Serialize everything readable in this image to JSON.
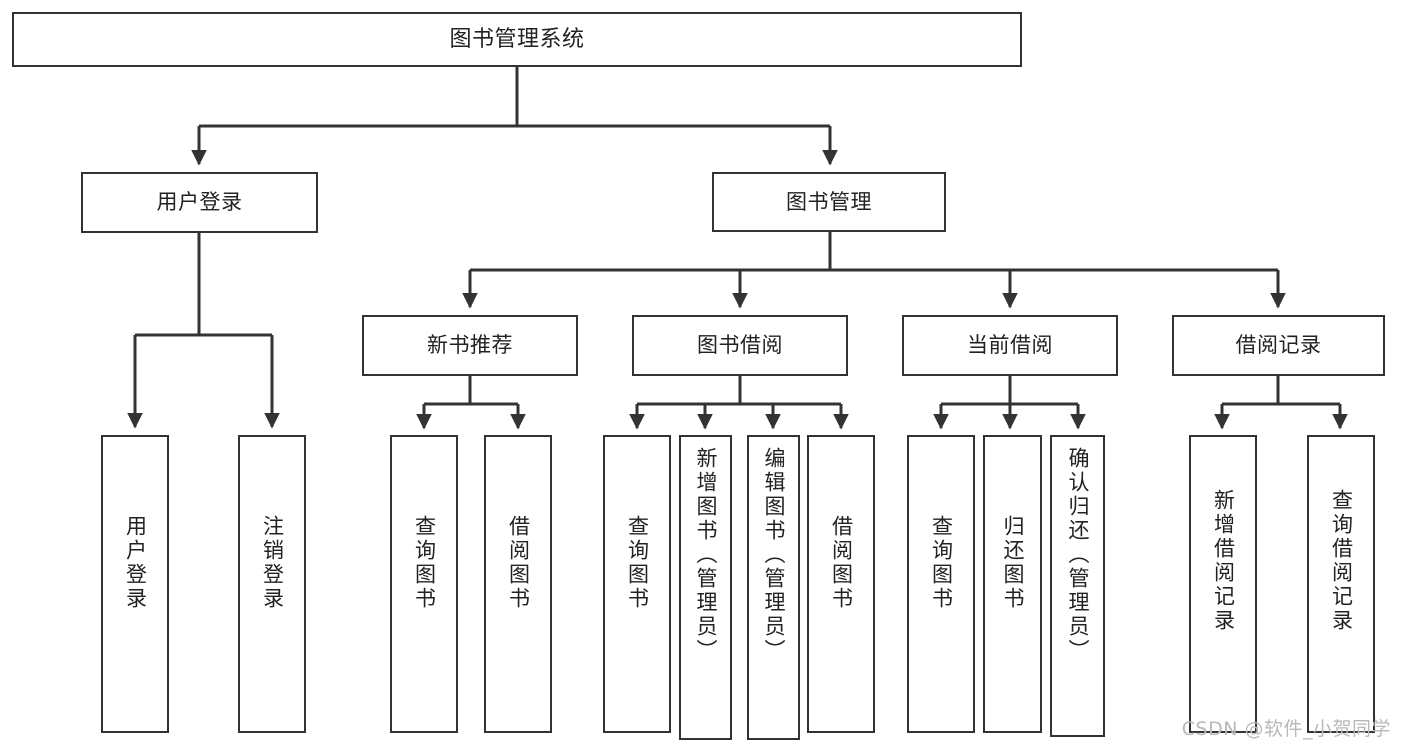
{
  "diagram": {
    "title": "图书管理系统",
    "type": "tree",
    "watermark": "CSDN @软件_小贺同学",
    "colors": {
      "background": "#ffffff",
      "node_border": "#333333",
      "node_fill": "#ffffff",
      "text": "#222222",
      "connector": "#333333",
      "watermark": "#b9b9b9"
    },
    "nodes": {
      "root": {
        "label": "图书管理系统"
      },
      "level1": [
        {
          "label": "用户登录"
        },
        {
          "label": "图书管理"
        }
      ],
      "level2": [
        {
          "label": "新书推荐"
        },
        {
          "label": "图书借阅"
        },
        {
          "label": "当前借阅"
        },
        {
          "label": "借阅记录"
        }
      ],
      "leaves": {
        "user_login": [
          {
            "label": "用户登录"
          },
          {
            "label": "注销登录"
          }
        ],
        "new_book_recommend": [
          {
            "label": "查询图书"
          },
          {
            "label": "借阅图书"
          }
        ],
        "book_borrow": [
          {
            "label": "查询图书"
          },
          {
            "label": "新增图书（管理员）"
          },
          {
            "label": "编辑图书（管理员）"
          },
          {
            "label": "借阅图书"
          }
        ],
        "current_borrow": [
          {
            "label": "查询图书"
          },
          {
            "label": "归还图书"
          },
          {
            "label": "确认归还（管理员）"
          }
        ],
        "borrow_records": [
          {
            "label": "新增借阅记录"
          },
          {
            "label": "查询借阅记录"
          }
        ]
      }
    }
  }
}
